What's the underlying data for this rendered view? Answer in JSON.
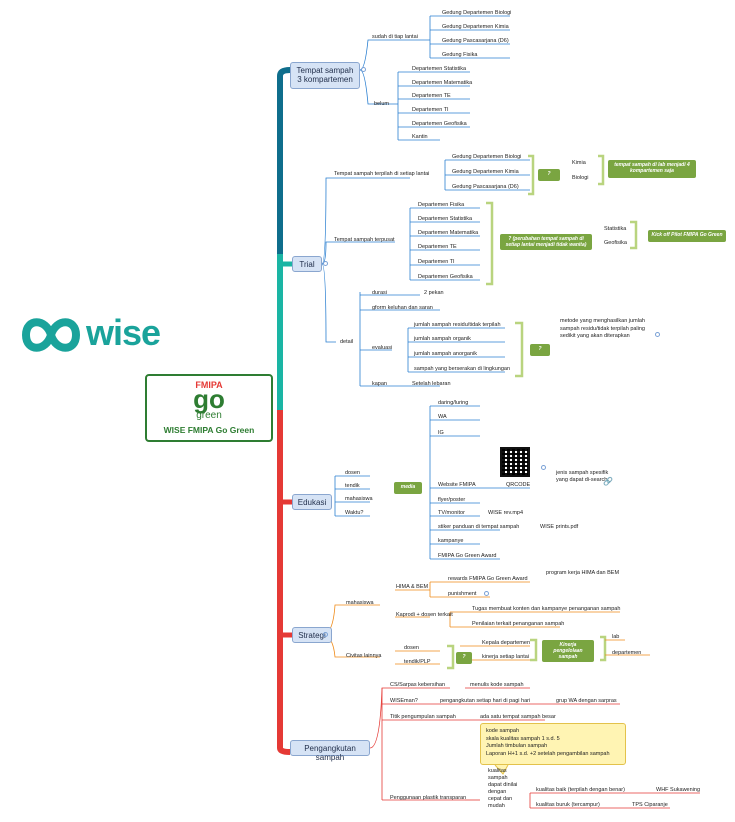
{
  "brand": {
    "wordmark": "wise",
    "center_tag": "FMIPA",
    "center_logo": "go",
    "center_sub": "green",
    "center_title": "WISE FMIPA Go Green",
    "colors": {
      "teal": "#1aa39b",
      "green": "#2e7d32",
      "red": "#e53935",
      "branch_blue": "#0f6e8c"
    }
  },
  "tempat": {
    "title": "Tempat sampah 3 kompartemen",
    "sudah": "sudah di tiap lantai",
    "sudah_items": [
      "Gedung Departemen Biologi",
      "Gedung Departemen Kimia",
      "Gedung Pascasarjana (D6)",
      "Gedung Fisika"
    ],
    "belum": "belum",
    "belum_items": [
      "Departemen Statistika",
      "Departemen Matematika",
      "Departemen TE",
      "Departemen TI",
      "Departemen Geofisika",
      "Kantin"
    ]
  },
  "trial": {
    "title": "Trial",
    "terpilah": "Tempat sampah terpilah di setiap lantai",
    "terpilah_items": [
      "Gedung Departemen Biologi",
      "Gedung Departemen Kimia",
      "Gedung Pascasarjana (D6)"
    ],
    "q1": "?",
    "q1_items": [
      "Kimia",
      "Biologi"
    ],
    "g1": "tempat sampah di lab menjadi 4 kompartemen saja",
    "terpusat": "Tempat sampah terpusat",
    "terpusat_items": [
      "Departemen Fisika",
      "Departemen Statistika",
      "Departemen Matematika",
      "Departemen TE",
      "Departemen TI",
      "Departemen Geofisika"
    ],
    "q2": "? (perubahan tempat sampah di setiap lantai menjadi tidak wanita)",
    "q2_items": [
      "Statistika",
      "Geofisika"
    ],
    "g2": "Kick off Pilot FMIPA Go Green",
    "detail": "detail",
    "durasi": "durasi",
    "durasi_val": "2 pekan",
    "gform": "gform keluhan dan saran",
    "evaluasi": "evaluasi",
    "evaluasi_items": [
      "jumlah sampah residu/tidak terpilah",
      "jumlah sampah organik",
      "jumlah sampah anorganik",
      "sampah yang berserakan di lingkungan"
    ],
    "q3": "?",
    "q3_note": "metode yang menghasilkan jumlah sampah residu/tidak terpilah paling sedikit yang akan diterapkan",
    "kapan": "kapan",
    "kapan_val": "Setelah lebaran"
  },
  "edukasi": {
    "title": "Edukasi",
    "targets": [
      "dosen",
      "tendik",
      "mahasiswa",
      "Waktu?"
    ],
    "media": "media",
    "media_items": [
      "daring/luring",
      "WA",
      "IG",
      "Website FMIPA",
      "flyer/poster",
      "TV/monitor",
      "stiker panduan di tempat sampah",
      "kampanye",
      "FMIPA Go Green Award"
    ],
    "qrcode": "QRCODE",
    "jenis": "jenis sampah spesifik yang dapat di-search",
    "wise_rev": "WISE rev.mp4",
    "wise_print": "WISE prints.pdf"
  },
  "strategi": {
    "title": "Strategi",
    "mahasiswa": "mahasiswa",
    "hima": "HIMA & BEM",
    "rewards": "rewards FMIPA Go Green Award",
    "program": "program kerja HIMA dan BEM",
    "punishment": "punishment",
    "kaprodi": "Kaprodi + dosen terkait",
    "tugas": "Tugas membuat konten dan kampanye penanganan sampah",
    "penilaian": "Penilaian terkait penanganan sampah",
    "civitas": "Civitas lainnya",
    "civ_items": [
      "dosen",
      "tendik/PLP"
    ],
    "q4": "?",
    "kepala": "Kepala departemen",
    "kinerja": "kinerja setiap lantai",
    "g3": "Kinerja pengelolaan sampah",
    "g3_items": [
      "lab",
      "departemen"
    ]
  },
  "pengangkutan": {
    "title": "Pengangkutan sampah",
    "cs": "CS/Sarpas kebersihan",
    "menulis": "menulis kode sampah",
    "wiseman": "WISEman?",
    "setiap": "pengangkutan setiap hari di pagi hari",
    "grup": "grup WA dengan sarpras",
    "titik": "Titik pengumpulan sampah",
    "ada": "ada satu tempat sampah besar",
    "note_lines": [
      "kode sampah",
      "skala kualitas sampah 1 s.d. 5",
      "Jumlah timbulan sampah",
      "Laporan H+1 s.d. +2 setelah pengambilan sampah"
    ],
    "plastik": "Penggunaan plastik transparan",
    "kualitas": "kualitas sampah dapat dinilai dengan cepat dan mudah",
    "baik": "kualitas baik (terpilah dengan benar)",
    "whf": "WHF Sukawening",
    "buruk": "kualitas buruk (tercampur)",
    "tps": "TPS Ciparanje"
  }
}
